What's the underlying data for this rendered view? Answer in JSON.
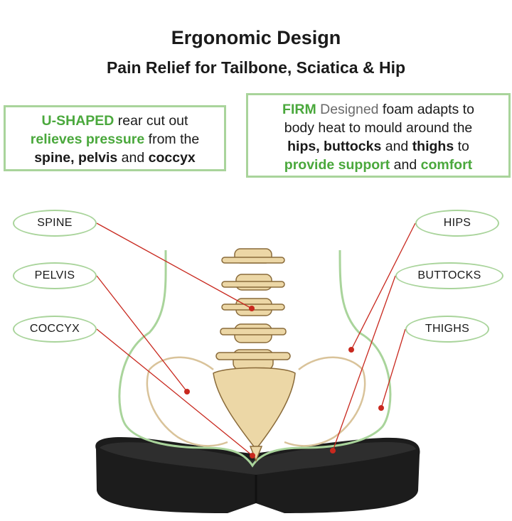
{
  "header": {
    "title": "Ergonomic Design",
    "subtitle": "Pain Relief for Tailbone, Sciatica & Hip"
  },
  "left_box": {
    "line1_highlight": "U-SHAPED",
    "line1_rest": " rear cut out",
    "line2_highlight": "relieves pressure",
    "line2_rest": " from the",
    "line3_b1": "spine, pelvis",
    "line3_mid": " and ",
    "line3_b2": "coccyx"
  },
  "right_box": {
    "line1_highlight": "FIRM",
    "line1_dim": " Designed",
    "line1_rest": " foam adapts to",
    "line2": "body heat to mould around the",
    "line3_b1": "hips, buttocks",
    "line3_mid": " and ",
    "line3_b2": "thighs",
    "line3_end": " to",
    "line4_g1": "provide support",
    "line4_mid": " and ",
    "line4_g2": "comfort"
  },
  "labels": {
    "spine": "SPINE",
    "pelvis": "PELVIS",
    "coccyx": "COCCYX",
    "hips": "HIPS",
    "buttocks": "BUTTOCKS",
    "thighs": "THIGHS"
  },
  "colors": {
    "accent_green": "#4aa83c",
    "outline_green": "#a9d49b",
    "pointer_red": "#c8281e",
    "bone": "#ecd7a6",
    "cushion": "#1c1c1c"
  }
}
